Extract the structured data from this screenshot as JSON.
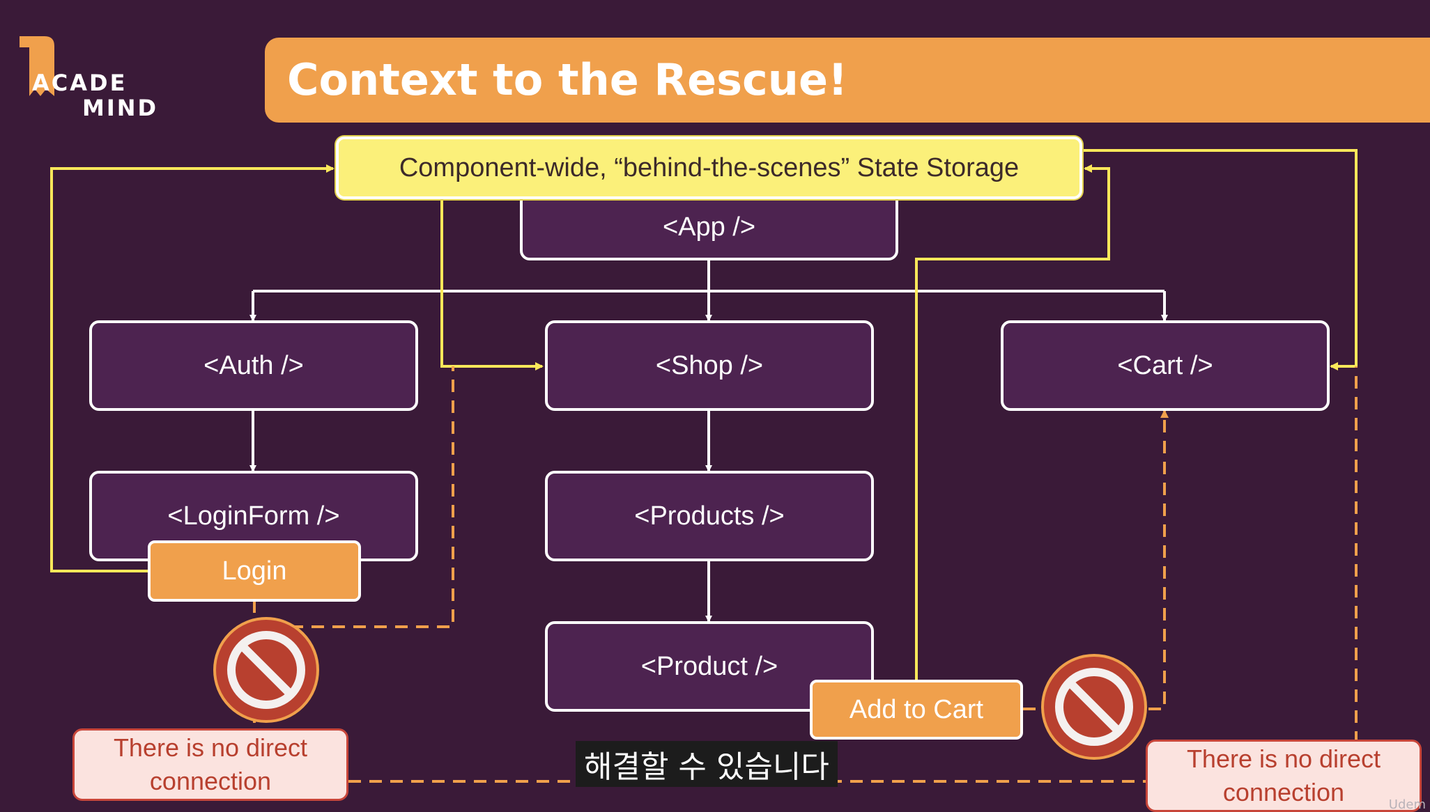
{
  "logo": {
    "line1": "ACADE",
    "line2": "MIND"
  },
  "title": "Context to the Rescue!",
  "state_storage": "Component-wide, “behind-the-scenes” State Storage",
  "nodes": {
    "app": "<App />",
    "auth": "<Auth />",
    "shop": "<Shop />",
    "cart": "<Cart />",
    "login_form": "<LoginForm />",
    "products": "<Products />",
    "product": "<Product />"
  },
  "actions": {
    "login": "Login",
    "add_to_cart": "Add to Cart"
  },
  "notes": {
    "left": {
      "line1": "There is no direct",
      "line2": "connection"
    },
    "right": {
      "line1": "There is no direct",
      "line2": "connection"
    }
  },
  "subtitle": "해결할 수 있습니다",
  "watermark": "Udem",
  "colors": {
    "background": "#3a1a38",
    "node_fill": "#4d2350",
    "accent_orange": "#f0a04c",
    "state_yellow": "#fbf07a",
    "context_line": "#fbe85a",
    "blocked_red": "#b8402f",
    "note_fill": "#fbe3df"
  }
}
